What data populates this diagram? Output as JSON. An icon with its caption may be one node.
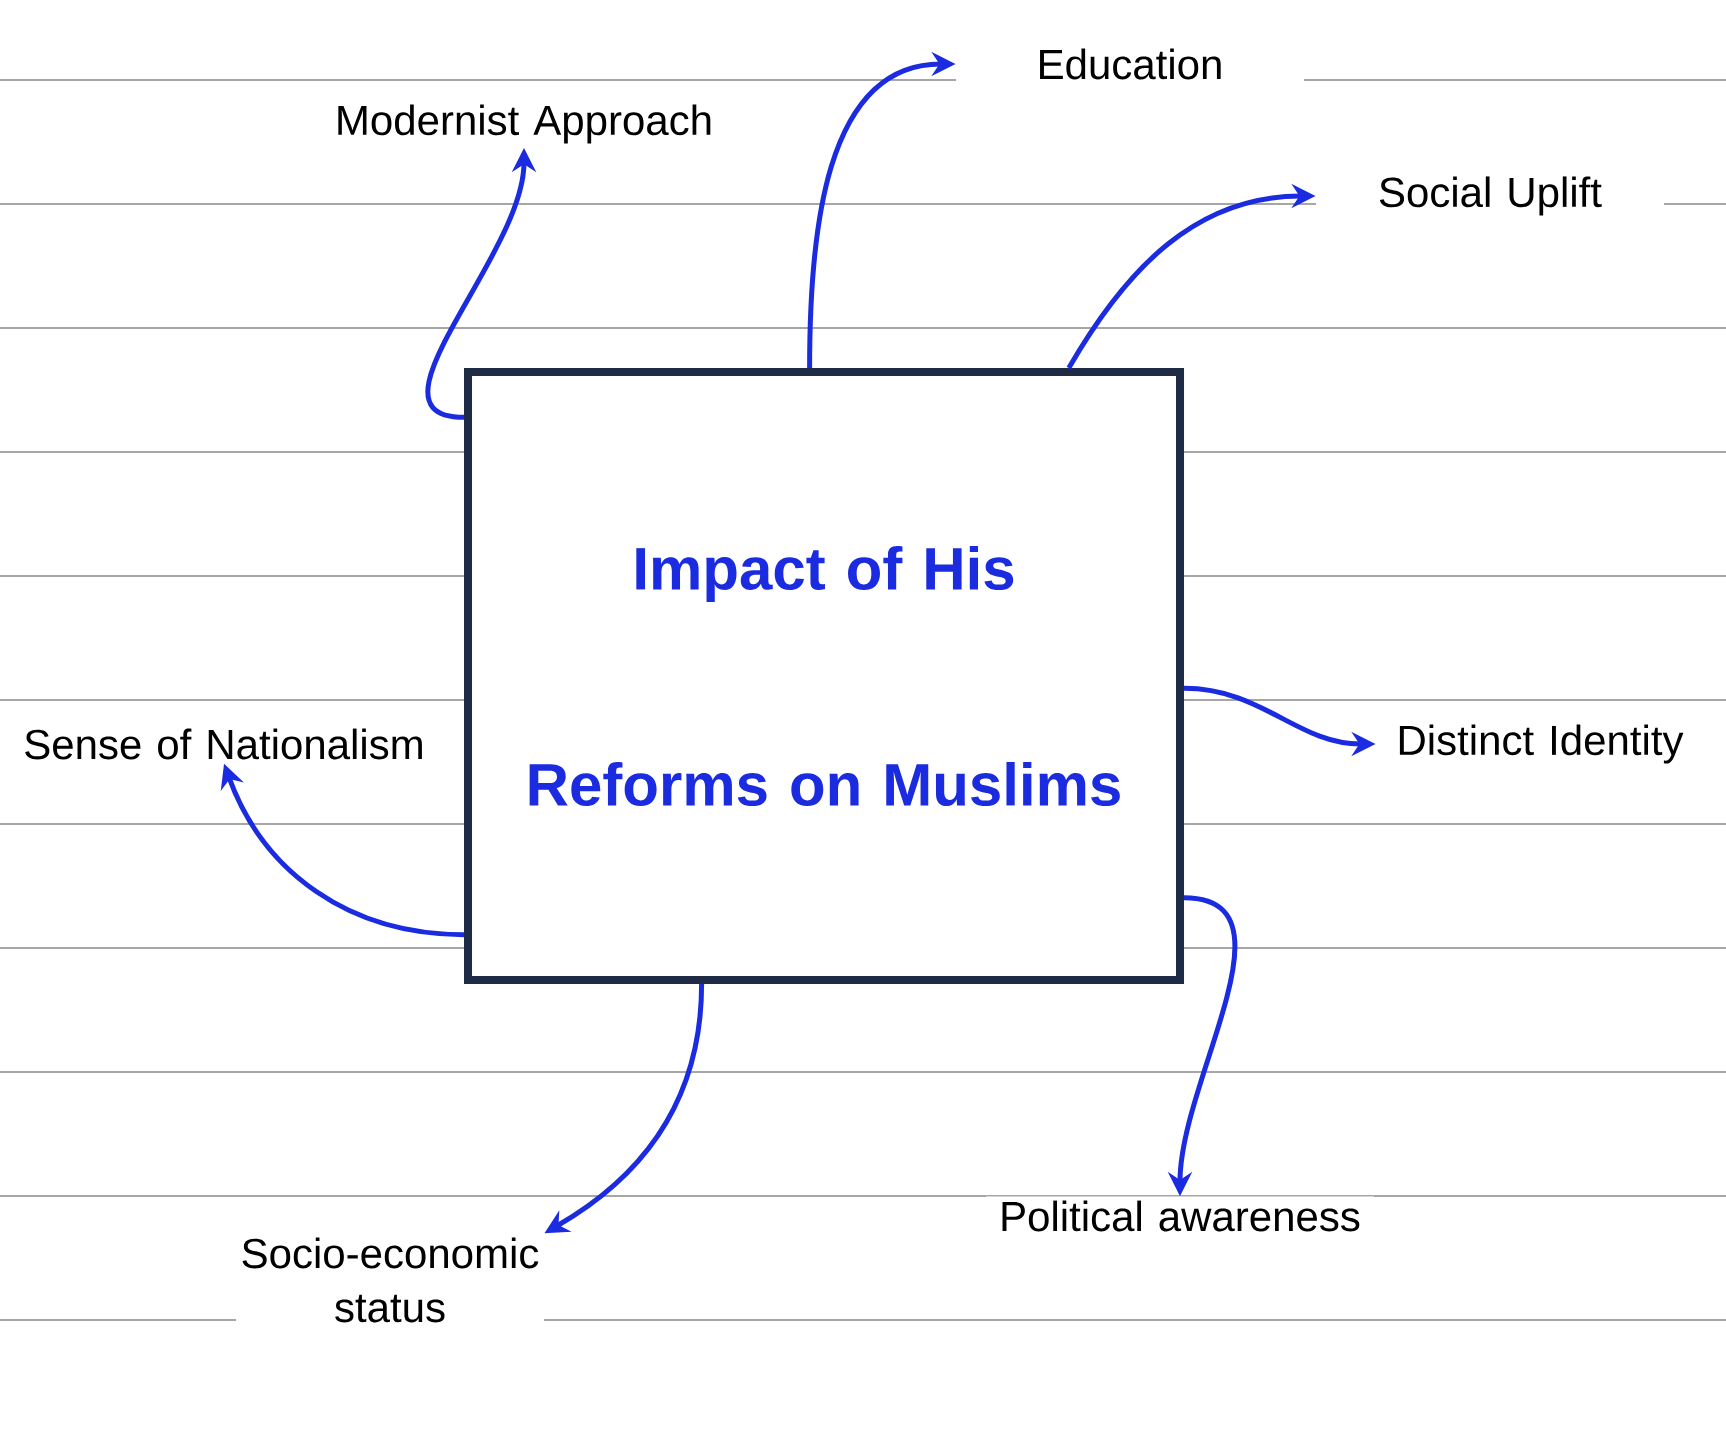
{
  "diagram": {
    "nodes": [
      {
        "text": [
          "Impact of His Reforms on Muslims"
        ]
      },
      {
        "text": [
          "Modernist Approach"
        ]
      },
      {
        "text": [
          "Education"
        ]
      },
      {
        "text": [
          "Social Uplift"
        ]
      },
      {
        "text": [
          "Distinct Identity"
        ]
      },
      {
        "text": [
          "Political awareness"
        ]
      },
      {
        "text": [
          "Socio-economic status"
        ]
      },
      {
        "text": [
          "Sense of Nationalism"
        ]
      }
    ],
    "edges": [
      {
        "from": 0,
        "to": 1,
        "arrow": "to"
      },
      {
        "from": 0,
        "to": 2,
        "arrow": "to"
      },
      {
        "from": 0,
        "to": 3,
        "arrow": "to"
      },
      {
        "from": 0,
        "to": 4,
        "arrow": "to"
      },
      {
        "from": 0,
        "to": 5,
        "arrow": "to"
      },
      {
        "from": 0,
        "to": 6,
        "arrow": "to"
      },
      {
        "from": 0,
        "to": 7,
        "arrow": "to"
      }
    ]
  }
}
